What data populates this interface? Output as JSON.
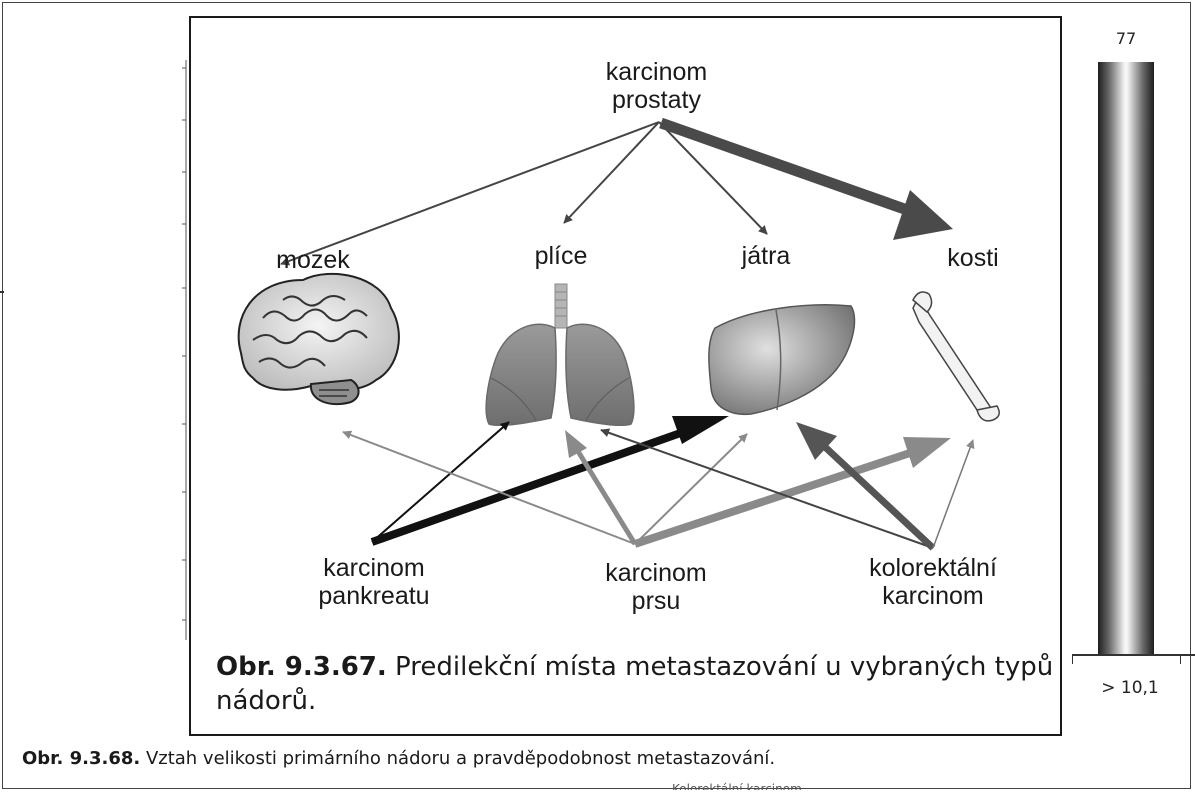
{
  "diagram": {
    "source": "karcinom\nprostaty",
    "organs": {
      "brain": "mozek",
      "lungs": "plíce",
      "liver": "játra",
      "bone": "kosti"
    },
    "primaries": {
      "pancreas": "karcinom\npankreatu",
      "breast": "karcinom\nprsu",
      "colorectal": "kolorektální\nkarcinom"
    },
    "caption_number": "Obr. 9.3.67.",
    "caption_text": " Predilekční místa metastazování u vybraných typů nádorů."
  },
  "bar_chart": {
    "value_label": "77",
    "category_label": "> 10,1"
  },
  "footer": {
    "caption_number": "Obr. 9.3.68.",
    "caption_text": " Vztah velikosti primárního nádoru a pravděpodobnost metastazování."
  },
  "clipped_text": "Kolorektální karcinom"
}
